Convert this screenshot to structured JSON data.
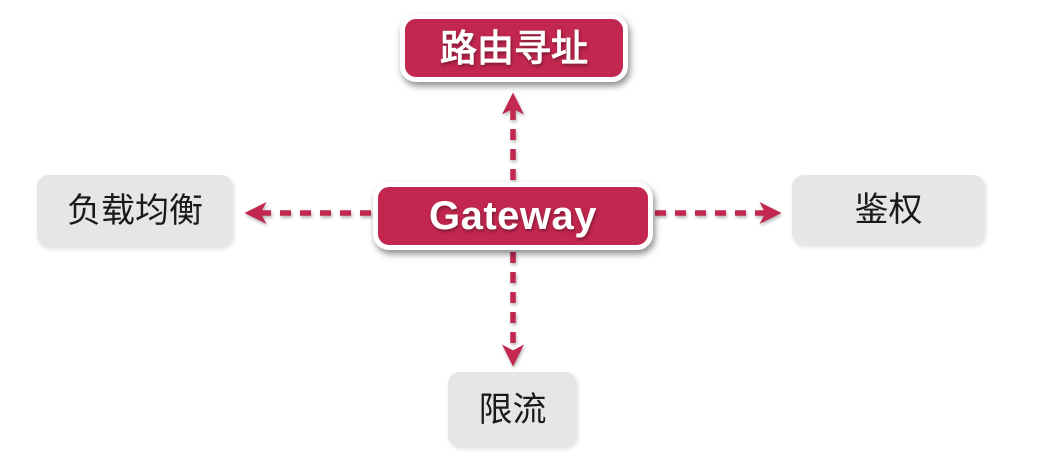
{
  "diagram": {
    "center_label": "Gateway",
    "top_label": "路由寻址",
    "left_label": "负载均衡",
    "right_label": "鉴权",
    "bottom_label": "限流",
    "colors": {
      "accent": "#C2274F",
      "node_bg": "#E7E6E6",
      "node_text": "#1A1A1A",
      "center_text": "#FFFFFF",
      "background": "#FFFFFF"
    }
  }
}
